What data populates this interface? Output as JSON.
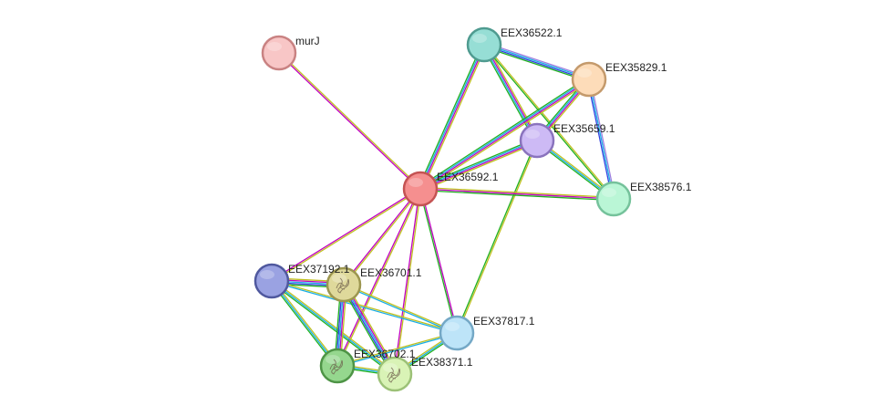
{
  "network": {
    "nodes": [
      {
        "id": "murJ",
        "label": "murJ",
        "fill": "#f8c6c6",
        "stroke": "#c98282"
      },
      {
        "id": "EEX36522.1",
        "label": "EEX36522.1",
        "fill": "#96ded5",
        "stroke": "#4f9b90"
      },
      {
        "id": "EEX35829.1",
        "label": "EEX35829.1",
        "fill": "#fddcb9",
        "stroke": "#c49a6c"
      },
      {
        "id": "EEX35659.1",
        "label": "EEX35659.1",
        "fill": "#cdbaf5",
        "stroke": "#8a73bd"
      },
      {
        "id": "EEX36592.1",
        "label": "EEX36592.1",
        "fill": "#f58f8f",
        "stroke": "#c45353"
      },
      {
        "id": "EEX38576.1",
        "label": "EEX38576.1",
        "fill": "#baf6d6",
        "stroke": "#75c29b"
      },
      {
        "id": "EEX37192.1",
        "label": "EEX37192.1",
        "fill": "#9aa2e2",
        "stroke": "#4f589e"
      },
      {
        "id": "EEX36701.1",
        "label": "EEX36701.1",
        "fill": "#dfd99b",
        "stroke": "#9c964f",
        "texture": "structure-icon"
      },
      {
        "id": "EEX37817.1",
        "label": "EEX37817.1",
        "fill": "#bde4f8",
        "stroke": "#74a8c6"
      },
      {
        "id": "EEX36702.1",
        "label": "EEX36702.1",
        "fill": "#95d78e",
        "stroke": "#4e9446",
        "texture": "structure-icon"
      },
      {
        "id": "EEX38371.1",
        "label": "EEX38371.1",
        "fill": "#d9f3b6",
        "stroke": "#9cc177",
        "texture": "structure-icon"
      }
    ],
    "edges": [
      {
        "source": "murJ",
        "target": "EEX36592.1",
        "colors": [
          "#c0c020",
          "#c000c0"
        ]
      },
      {
        "source": "EEX36522.1",
        "target": "EEX36592.1",
        "colors": [
          "#c0c020",
          "#c000c0",
          "#1aaee6",
          "#20b020"
        ]
      },
      {
        "source": "EEX36522.1",
        "target": "EEX35829.1",
        "colors": [
          "#a080e0",
          "#1aaee6",
          "#3040e0",
          "#20b020"
        ]
      },
      {
        "source": "EEX36522.1",
        "target": "EEX35659.1",
        "colors": [
          "#c0c020",
          "#c000c0",
          "#1aaee6",
          "#20b020"
        ]
      },
      {
        "source": "EEX36522.1",
        "target": "EEX38576.1",
        "colors": [
          "#c0c020",
          "#20b020"
        ]
      },
      {
        "source": "EEX35829.1",
        "target": "EEX35659.1",
        "colors": [
          "#c0c020",
          "#c000c0",
          "#1aaee6",
          "#20b020"
        ]
      },
      {
        "source": "EEX35829.1",
        "target": "EEX36592.1",
        "colors": [
          "#c0c020",
          "#c000c0",
          "#1aaee6",
          "#20b020"
        ]
      },
      {
        "source": "EEX35829.1",
        "target": "EEX38576.1",
        "colors": [
          "#a080e0",
          "#1aaee6",
          "#3040e0"
        ]
      },
      {
        "source": "EEX35659.1",
        "target": "EEX36592.1",
        "colors": [
          "#c0c020",
          "#c000c0",
          "#1aaee6",
          "#20b020"
        ]
      },
      {
        "source": "EEX35659.1",
        "target": "EEX38576.1",
        "colors": [
          "#c0c020",
          "#1aaee6",
          "#20b020"
        ]
      },
      {
        "source": "EEX35659.1",
        "target": "EEX37817.1",
        "colors": [
          "#c0c020",
          "#20b020"
        ]
      },
      {
        "source": "EEX36592.1",
        "target": "EEX38576.1",
        "colors": [
          "#c0c020",
          "#c000c0",
          "#20b020"
        ]
      },
      {
        "source": "EEX36592.1",
        "target": "EEX37192.1",
        "colors": [
          "#c0c020",
          "#c000c0"
        ]
      },
      {
        "source": "EEX36592.1",
        "target": "EEX36701.1",
        "colors": [
          "#c0c020",
          "#c000c0"
        ]
      },
      {
        "source": "EEX36592.1",
        "target": "EEX37817.1",
        "colors": [
          "#c000c0",
          "#20b020"
        ]
      },
      {
        "source": "EEX36592.1",
        "target": "EEX36702.1",
        "colors": [
          "#c0c020",
          "#c000c0"
        ]
      },
      {
        "source": "EEX36592.1",
        "target": "EEX38371.1",
        "colors": [
          "#c0c020",
          "#c000c0"
        ]
      },
      {
        "source": "EEX37192.1",
        "target": "EEX36701.1",
        "colors": [
          "#c0c020",
          "#c000c0",
          "#1aaee6",
          "#3040e0",
          "#20b020"
        ]
      },
      {
        "source": "EEX37192.1",
        "target": "EEX36702.1",
        "colors": [
          "#c0c020",
          "#1aaee6",
          "#20b020"
        ]
      },
      {
        "source": "EEX37192.1",
        "target": "EEX38371.1",
        "colors": [
          "#c0c020",
          "#1aaee6",
          "#20b020"
        ]
      },
      {
        "source": "EEX37192.1",
        "target": "EEX37817.1",
        "colors": [
          "#c0c020",
          "#1aaee6"
        ]
      },
      {
        "source": "EEX36701.1",
        "target": "EEX36702.1",
        "colors": [
          "#c0c020",
          "#c000c0",
          "#1aaee6",
          "#3040e0",
          "#20b020"
        ]
      },
      {
        "source": "EEX36701.1",
        "target": "EEX38371.1",
        "colors": [
          "#c0c020",
          "#c000c0",
          "#1aaee6",
          "#3040e0",
          "#20b020"
        ]
      },
      {
        "source": "EEX36701.1",
        "target": "EEX37817.1",
        "colors": [
          "#c0c020",
          "#1aaee6"
        ]
      },
      {
        "source": "EEX36702.1",
        "target": "EEX38371.1",
        "colors": [
          "#c0c020",
          "#1aaee6",
          "#20b020"
        ]
      },
      {
        "source": "EEX36702.1",
        "target": "EEX37817.1",
        "colors": [
          "#c0c020",
          "#1aaee6"
        ]
      },
      {
        "source": "EEX38371.1",
        "target": "EEX37817.1",
        "colors": [
          "#c0c020",
          "#1aaee6",
          "#20b020"
        ]
      }
    ]
  }
}
